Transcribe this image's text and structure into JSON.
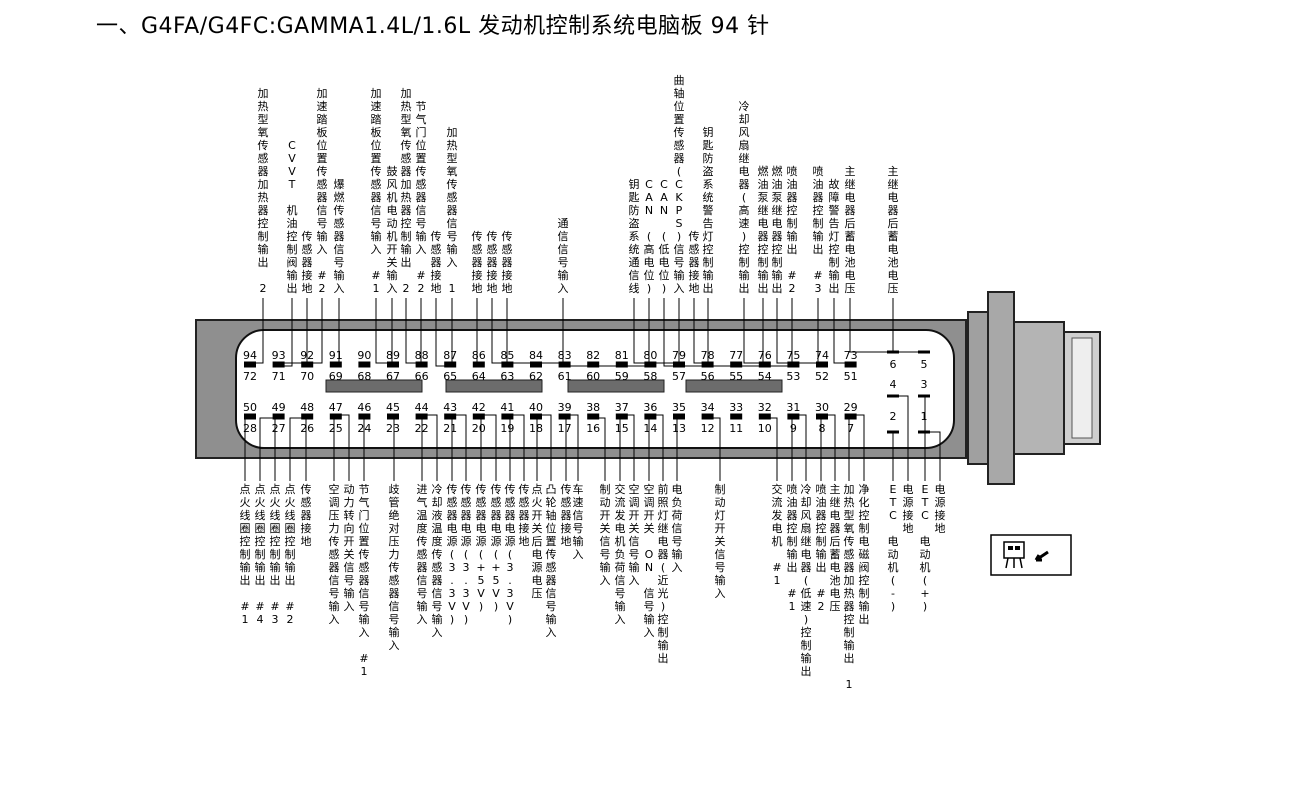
{
  "title": "一、G4FA/G4FC:GAMMA1.4L/1.6L 发动机控制系统电脑板 94 针",
  "connector": {
    "pin_rows": {
      "row1": [
        "94",
        "93",
        "92",
        "91",
        "90",
        "89",
        "88",
        "87",
        "86",
        "85",
        "84",
        "83",
        "82",
        "81",
        "80",
        "79",
        "78",
        "77",
        "76",
        "75",
        "74",
        "73"
      ],
      "row2": [
        "72",
        "71",
        "70",
        "69",
        "68",
        "67",
        "66",
        "65",
        "64",
        "63",
        "62",
        "61",
        "60",
        "59",
        "58",
        "57",
        "56",
        "55",
        "54",
        "53",
        "52",
        "51"
      ],
      "row3": [
        "50",
        "49",
        "48",
        "47",
        "46",
        "45",
        "44",
        "43",
        "42",
        "41",
        "40",
        "39",
        "38",
        "37",
        "36",
        "35",
        "34",
        "33",
        "32",
        "31",
        "30",
        "29"
      ],
      "row4": [
        "28",
        "27",
        "26",
        "25",
        "24",
        "23",
        "22",
        "21",
        "20",
        "19",
        "18",
        "17",
        "16",
        "15",
        "14",
        "13",
        "12",
        "11",
        "10",
        "9",
        "8",
        "7"
      ],
      "side_top": [
        "6",
        "4"
      ],
      "side_top_right": [
        "5",
        "3"
      ],
      "side_bottom": [
        "2"
      ],
      "side_bottom_right": [
        "1"
      ]
    }
  },
  "top_labels": [
    {
      "pin": "94",
      "text": "加热型氧传感器加热器控制输出 2"
    },
    {
      "pin": "71",
      "text": "CVVT 机油控制阀输出"
    },
    {
      "pin": "93",
      "text": "传感器接地"
    },
    {
      "pin": "92",
      "text": "加速踏板位置传感器信号输入 #2"
    },
    {
      "pin": "69",
      "text": "爆燃传感器信号输入"
    },
    {
      "pin": "89",
      "text": "加速踏板位置传感器信号输入 #1"
    },
    {
      "pin": "67",
      "text": "鼓风机电动机开关输入"
    },
    {
      "pin": "88",
      "text": "加热型氧传感器加热器控制输出 2"
    },
    {
      "pin": "66",
      "text": "节气门位置传感器信号输入 #2"
    },
    {
      "pin": "65",
      "text": "传感器接地"
    },
    {
      "pin": "87",
      "text": "加热型氧传感器信号输入 1"
    },
    {
      "pin": "86",
      "text": "传感器接地"
    },
    {
      "pin": "85",
      "text": "传感器接地"
    },
    {
      "pin": "83",
      "text": "传感器接地"
    },
    {
      "pin": "58",
      "text": "通信信号输入"
    },
    {
      "pin": "80",
      "text": "钥匙防盗系统通信线"
    },
    {
      "pin": "79",
      "text": "CAN (高电位)"
    },
    {
      "pin": "57",
      "text": "CAN (低电位)"
    },
    {
      "pin": "56",
      "text": "曲轴位置传感器(CKPS)信号输入"
    },
    {
      "pin": "78",
      "text": "传感器接地"
    },
    {
      "pin": "54",
      "text": "钥匙防盗系统警告灯控制输出"
    },
    {
      "pin": "76",
      "text": "冷却风扇继电器(高速)控制输出"
    },
    {
      "pin": "53",
      "text": "燃油泵继电器控制输出"
    },
    {
      "pin": "75",
      "text": "燃油泵继电器控制输出"
    },
    {
      "pin": "74",
      "text": "喷油器控制输出 #2"
    },
    {
      "pin": "52",
      "text": "喷油器控制输出 #3"
    },
    {
      "pin": "73",
      "text": "故障警告灯控制输出"
    },
    {
      "pin": "6",
      "text": "主继电器后蓄电池电压"
    },
    {
      "pin": "5",
      "text": "主继电器后蓄电池电压"
    }
  ],
  "bottom_labels": [
    {
      "pin": "28",
      "text": "点火线圈控制输出 #1"
    },
    {
      "pin": "27",
      "text": "点火线圈控制输出 #4"
    },
    {
      "pin": "49",
      "text": "点火线圈控制输出 #3"
    },
    {
      "pin": "26",
      "text": "点火线圈控制输出 #2"
    },
    {
      "pin": "48",
      "text": "传感器接地"
    },
    {
      "pin": "25",
      "text": "空调压力传感器信号输入"
    },
    {
      "pin": "47",
      "text": "动力转向开关信号输入"
    },
    {
      "pin": "24",
      "text": "节气门位置传感器信号输入 #1"
    },
    {
      "pin": "23",
      "text": "歧管绝对压力传感器信号输入"
    },
    {
      "pin": "22",
      "text": "进气温度传感器信号输入"
    },
    {
      "pin": "44",
      "text": "冷却液温度传感器信号输入"
    },
    {
      "pin": "21",
      "text": "传感器电源(3.3V)"
    },
    {
      "pin": "43",
      "text": "传感器电源(3.3V)"
    },
    {
      "pin": "20",
      "text": "传感器电源(+5V)"
    },
    {
      "pin": "42",
      "text": "传感器电源(+5V)"
    },
    {
      "pin": "19",
      "text": "传感器电源(3.3V)"
    },
    {
      "pin": "41",
      "text": "传感器接地"
    },
    {
      "pin": "18",
      "text": "点火开关后电源电压"
    },
    {
      "pin": "40",
      "text": "凸轮轴位置传感器信号输入"
    },
    {
      "pin": "17",
      "text": "传感器接地"
    },
    {
      "pin": "39",
      "text": "车速信号输入"
    },
    {
      "pin": "16",
      "text": "制动开关信号输入"
    },
    {
      "pin": "15",
      "text": "交流发电机负荷信号输入"
    },
    {
      "pin": "37",
      "text": "空调开关信号输入"
    },
    {
      "pin": "14",
      "text": "空调开关 ON 信号输入"
    },
    {
      "pin": "36",
      "text": "前照灯继电器(近光)控制输出"
    },
    {
      "pin": "13",
      "text": "电负荷信号输入"
    },
    {
      "pin": "12",
      "text": "制动灯开关信号输入"
    },
    {
      "pin": "10",
      "text": "交流发电机 #1"
    },
    {
      "pin": "9",
      "text": "喷油器控制输出 #1"
    },
    {
      "pin": "31",
      "text": "冷却风扇继电器(低速)控制输出"
    },
    {
      "pin": "8",
      "text": "喷油器控制输出 #2"
    },
    {
      "pin": "30",
      "text": "主继电器后蓄电池电压"
    },
    {
      "pin": "7",
      "text": "加热型氧传感器加热器控制输出 1"
    },
    {
      "pin": "29",
      "text": "净化控制电磁阀控制输出"
    },
    {
      "pin": "2",
      "text": "ETC 电动机(-)"
    },
    {
      "pin": "4",
      "text": "电源接地"
    },
    {
      "pin": "3",
      "text": "ETC 电动机(+)"
    },
    {
      "pin": "1",
      "text": "电源接地"
    }
  ]
}
